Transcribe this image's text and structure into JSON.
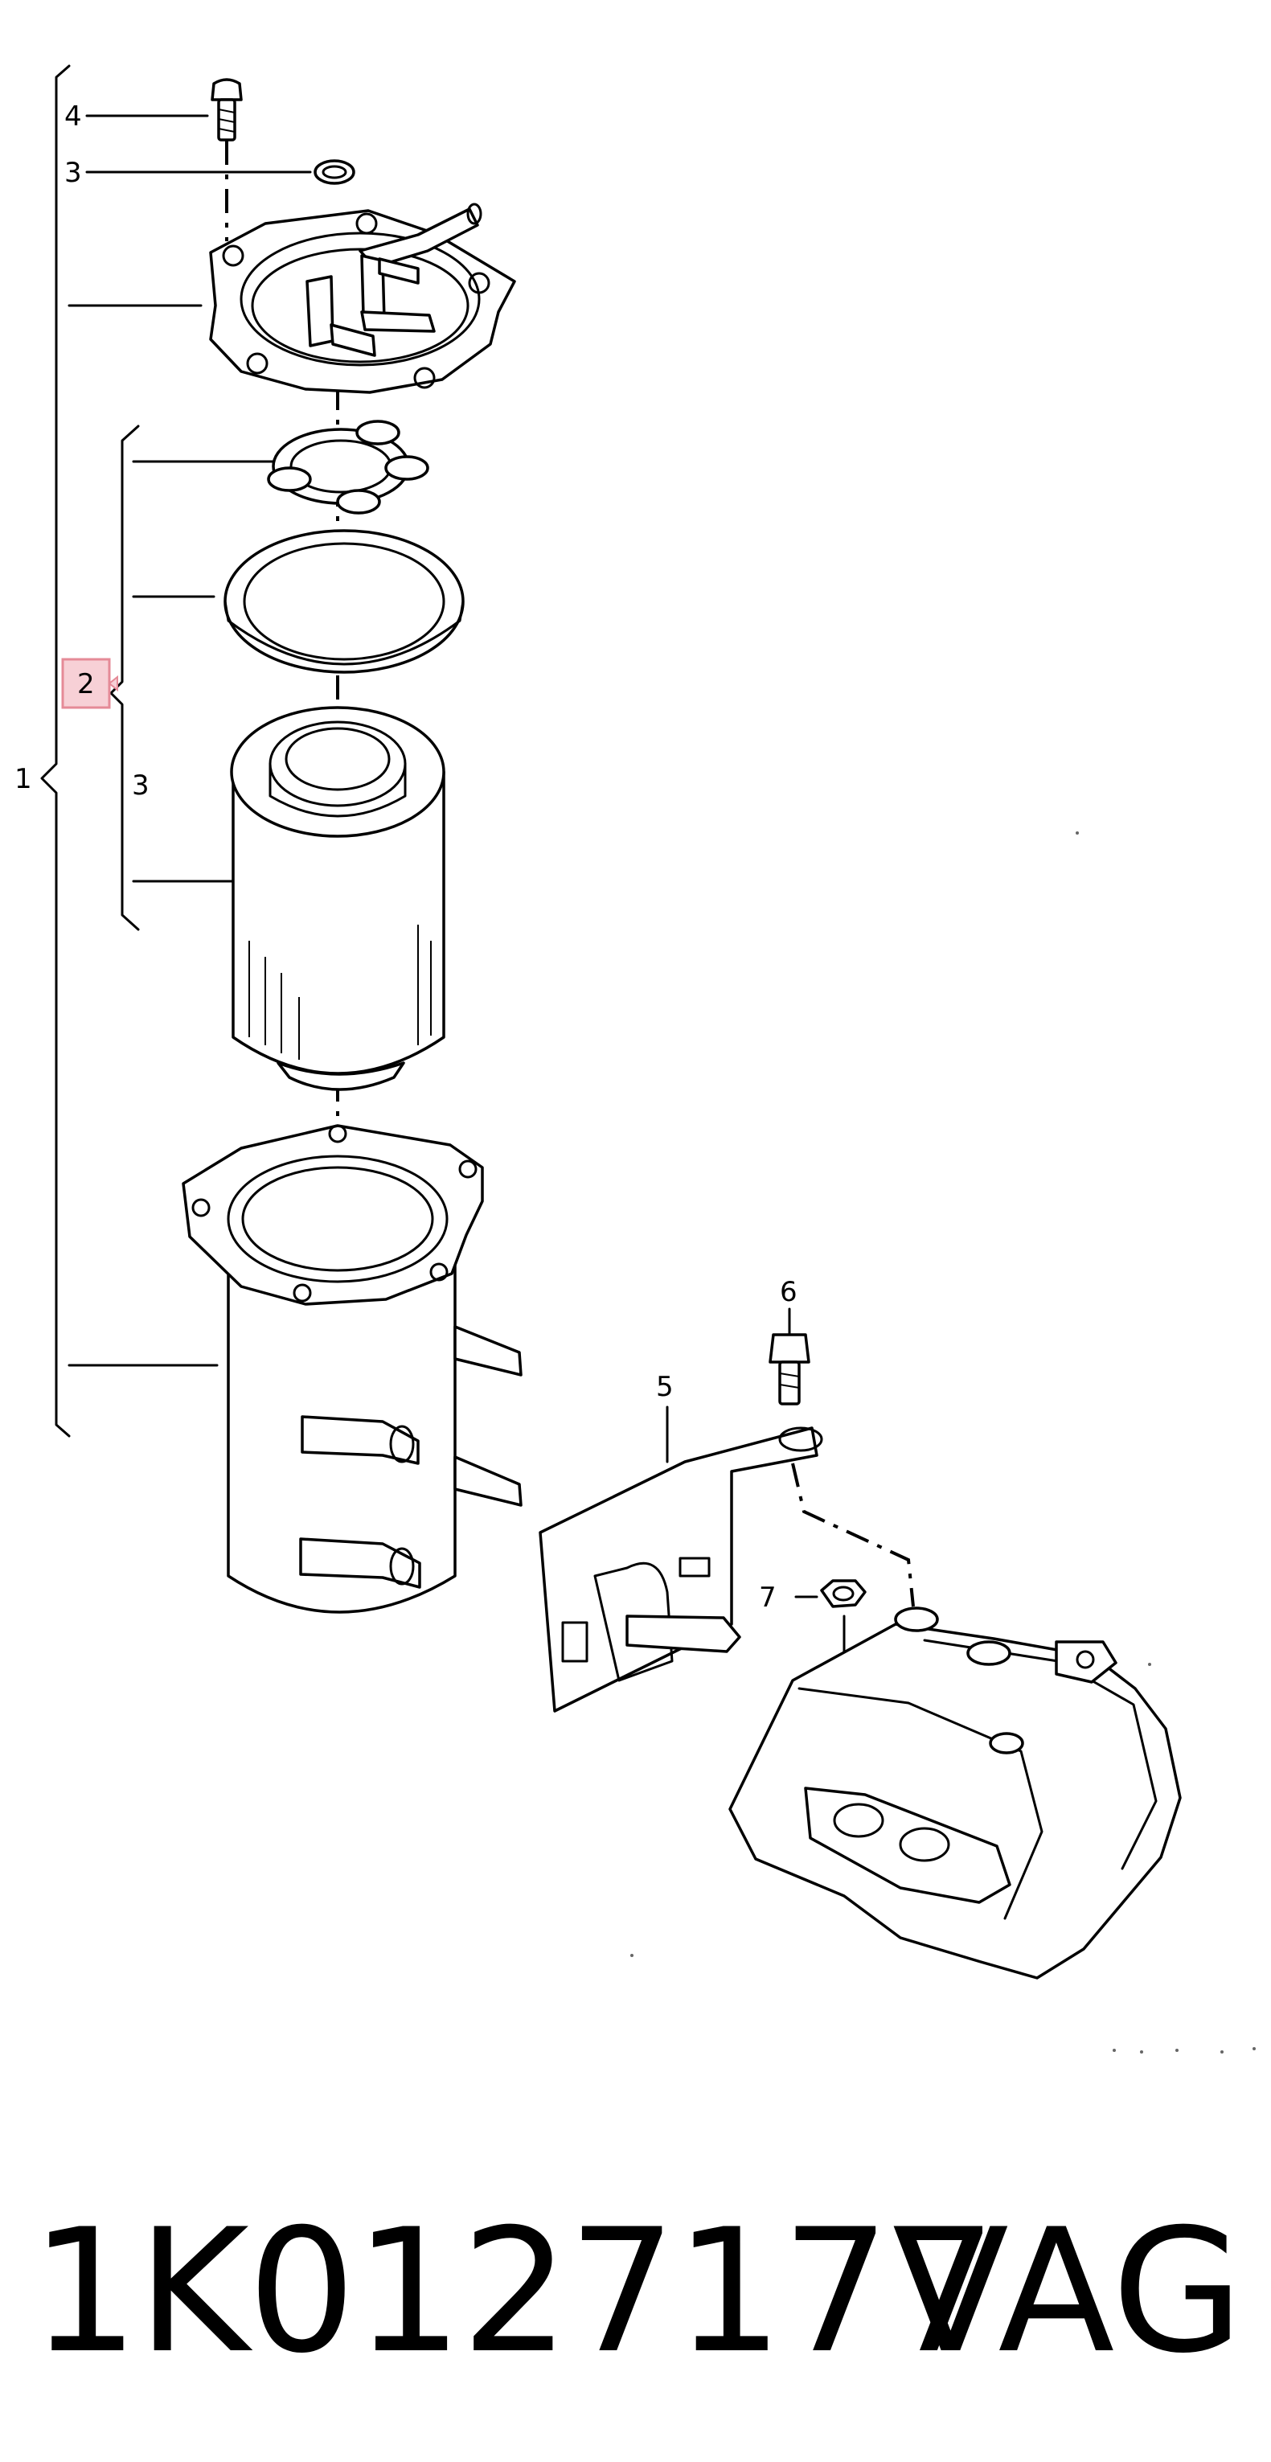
{
  "callouts": {
    "c1": "1",
    "c2": "2",
    "c3a": "3",
    "c3b": "3",
    "c4": "4",
    "c5": "5",
    "c6": "6",
    "c7": "7"
  },
  "caption": {
    "part_number": "1K0127177",
    "brand": "VAG"
  },
  "colors": {
    "line": "#000000",
    "highlight_fill": "#f7d0d6",
    "highlight_border": "#e58a97"
  }
}
